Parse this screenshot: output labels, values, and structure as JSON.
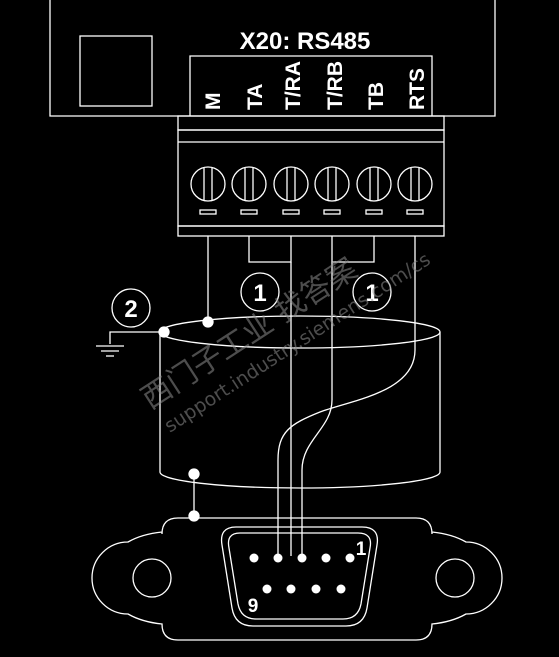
{
  "header": {
    "title": "X20: RS485"
  },
  "terminals": [
    {
      "label": "M"
    },
    {
      "label": "TA"
    },
    {
      "label": "T/RA"
    },
    {
      "label": "T/RB"
    },
    {
      "label": "TB"
    },
    {
      "label": "RTS"
    }
  ],
  "callouts": {
    "bridge_left": "1",
    "bridge_right": "1",
    "ground": "2"
  },
  "connector": {
    "pin1_label": "1",
    "pin9_label": "9"
  },
  "watermark": {
    "line1": "西门子工业 找答案",
    "line2": "support.industry.siemens.com/cs"
  },
  "colors": {
    "background": "#000000",
    "line": "#ffffff",
    "watermark": "#8c8c8c"
  }
}
